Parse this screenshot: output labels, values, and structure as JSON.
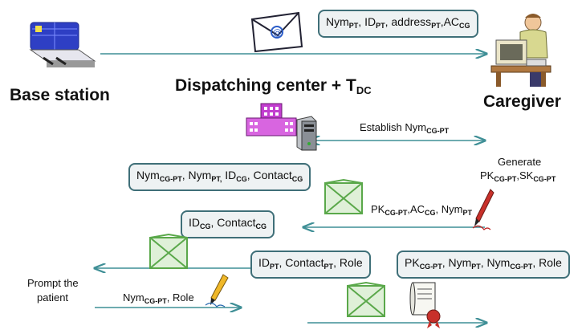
{
  "entities": {
    "base_station": "Base station",
    "dispatching_center": "Dispatching center + T",
    "dispatching_center_sub": "DC",
    "caregiver": "Caregiver"
  },
  "messages": {
    "m1": [
      {
        "t": "Nym",
        "s": "PT"
      },
      {
        "t": ", ID",
        "s": "PT"
      },
      {
        "t": ", address",
        "s": "PT"
      },
      {
        "t": ",AC",
        "s": "CG"
      }
    ],
    "establish": [
      {
        "t": "Establish Nym",
        "s": "CG-PT"
      }
    ],
    "generate_title": "Generate",
    "generate": [
      {
        "t": "PK",
        "s": "CG-PT"
      },
      {
        "t": ",SK",
        "s": "CG-PT"
      }
    ],
    "m2": [
      {
        "t": "Nym",
        "s": "CG-PT"
      },
      {
        "t": ", Nym",
        "s": "PT,"
      },
      {
        "t": "  ID",
        "s": "CG"
      },
      {
        "t": ", Contact",
        "s": "CG"
      }
    ],
    "m3": [
      {
        "t": "PK",
        "s": "CG-PT"
      },
      {
        "t": ",AC",
        "s": "CG"
      },
      {
        "t": ", Nym",
        "s": "PT"
      }
    ],
    "m4": [
      {
        "t": "ID",
        "s": "CG"
      },
      {
        "t": ", Contact",
        "s": "CG"
      }
    ],
    "m5": [
      {
        "t": "ID",
        "s": "PT"
      },
      {
        "t": ", Contact",
        "s": "PT"
      },
      {
        "t": ", Role",
        "s": ""
      }
    ],
    "m6": [
      {
        "t": "PK",
        "s": "CG-PT"
      },
      {
        "t": ", Nym",
        "s": "PT"
      },
      {
        "t": ", Nym",
        "s": "CG-PT"
      },
      {
        "t": ", Role",
        "s": ""
      }
    ],
    "m7": [
      {
        "t": "Nym",
        "s": "CG-PT"
      },
      {
        "t": ", Role",
        "s": ""
      }
    ],
    "prompt_line1": "Prompt the",
    "prompt_line2": "patient"
  },
  "colors": {
    "arrow": "#3f8f96",
    "bubble_border": "#3f6f78",
    "envelope_green": "#5aa84a",
    "modem_blue": "#2e3fc4",
    "building_purple": "#c23ecf"
  },
  "icons": [
    "email-envelope-icon",
    "modem-icon",
    "caregiver-computer-icon",
    "building-icon",
    "server-icon",
    "sealed-envelope-icon",
    "pen-icon",
    "certificate-icon"
  ]
}
